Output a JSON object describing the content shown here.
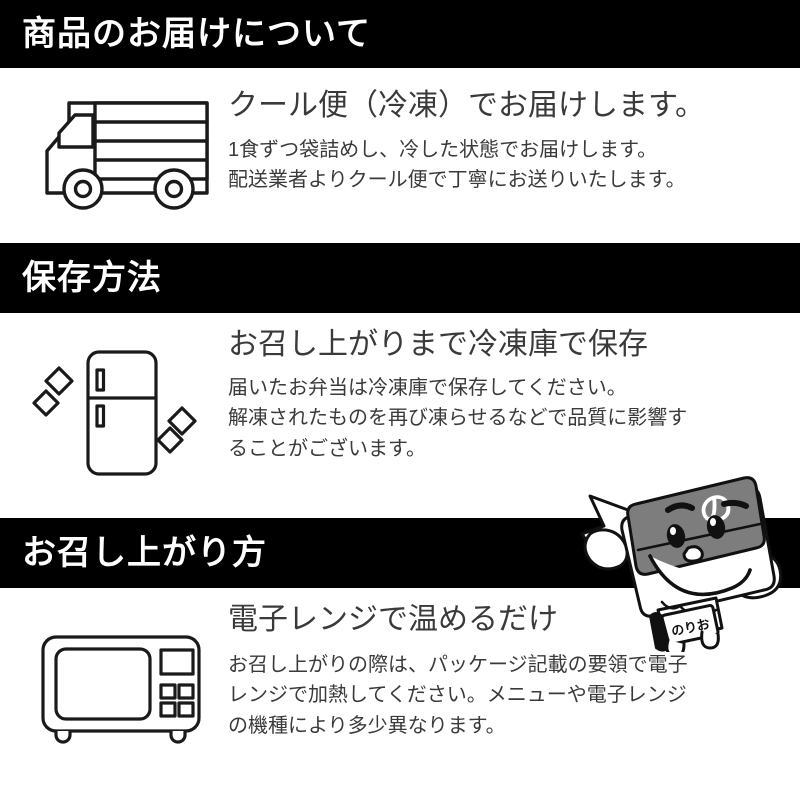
{
  "page": {
    "background": "#ffffff",
    "bar_color": "#000000",
    "bar_text_color": "#ffffff",
    "text_color": "#3a3a3a",
    "mascot_band_color": "#7d7d7d"
  },
  "sections": [
    {
      "header": "商品のお届けについて",
      "icon": "delivery-truck-icon",
      "lead": "クール便（冷凍）でお届けします。",
      "lines": [
        "1食ずつ袋詰めし、冷した状態でお届けします。",
        "配送業者よりクール便で丁寧にお送りいたします。"
      ]
    },
    {
      "header": "保存方法",
      "icon": "refrigerator-icon",
      "lead": "お召し上がりまで冷凍庫で保存",
      "lines": [
        "届いたお弁当は冷凍庫で保存してください。",
        "解凍されたものを再び凍らせるなどで品質に影響す",
        "ることがございます。"
      ]
    },
    {
      "header": "お召し上がり方",
      "icon": "microwave-icon",
      "lead": "電子レンジで温めるだけ",
      "lines": [
        "お召し上がりの際は、パッケージ記載の要領で電子",
        "レンジで加熱してください。メニューや電子レンジ",
        "の機種により多少異なります。"
      ]
    }
  ],
  "mascot": {
    "name": "norio-mascot",
    "headband_text": "の",
    "sign_text": "のりお"
  }
}
